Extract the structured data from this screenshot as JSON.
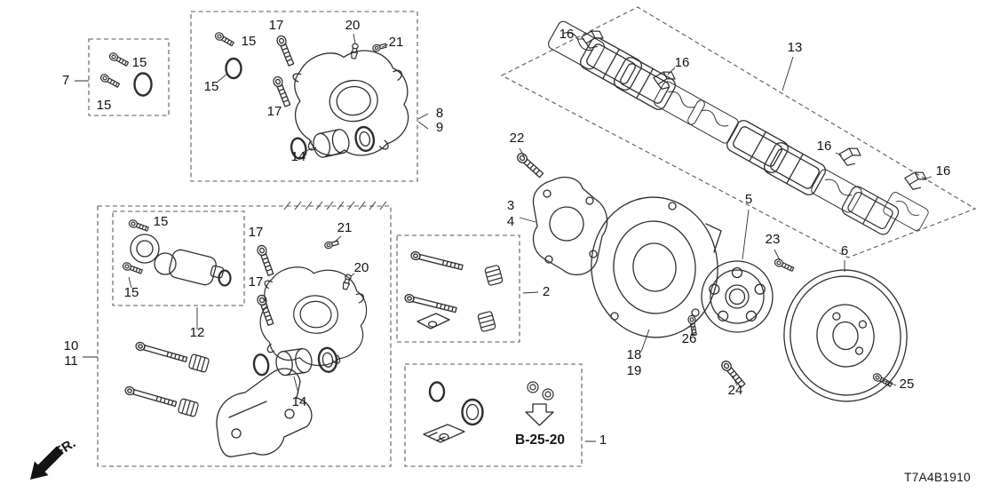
{
  "diagram": {
    "code": "T7A4B1910",
    "direction": "FR.",
    "kit_ref": "B-25-20",
    "ink_color": "#2e2e2e",
    "background": "#ffffff"
  },
  "callouts": {
    "a7": "7",
    "a15_top": "15",
    "a15_bottom": "15",
    "b15_left": "15",
    "b17_top": "17",
    "b20": "20",
    "b21": "21",
    "b15_mid": "15",
    "b17_mid": "17",
    "b14": "14",
    "b8": "8",
    "b9": "9",
    "p16_1": "16",
    "p16_2": "16",
    "p13": "13",
    "p16_3": "16",
    "p16_4": "16",
    "m22": "22",
    "m3": "3",
    "m4": "4",
    "m5": "5",
    "m23": "23",
    "m6": "6",
    "m18": "18",
    "m19": "19",
    "m26": "26",
    "m24": "24",
    "m25": "25",
    "c15_top": "15",
    "c15_left": "15",
    "c12": "12",
    "c17_top": "17",
    "c17_mid": "17",
    "c21": "21",
    "c20": "20",
    "c14": "14",
    "c10": "10",
    "c11": "11",
    "d2": "2",
    "e1": "1"
  }
}
